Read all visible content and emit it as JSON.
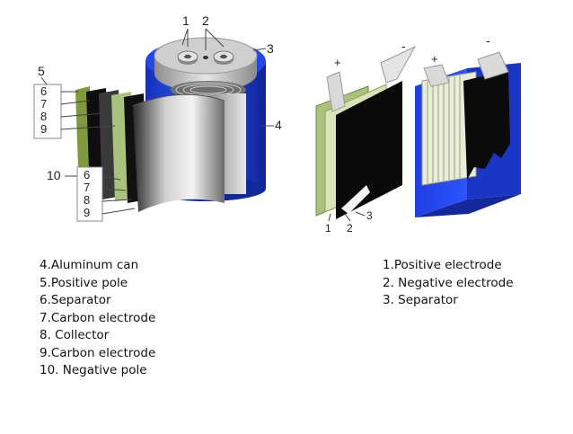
{
  "figure": {
    "capacitor_callouts": {
      "top": [
        "1",
        "2"
      ],
      "cap": "3",
      "can": "4",
      "stack_upper": [
        "5",
        "6",
        "7",
        "8",
        "9"
      ],
      "stack_lower": [
        "10",
        "6",
        "7",
        "8",
        "9"
      ]
    },
    "cell_callouts": {
      "plus_left": "+",
      "minus_left": "-",
      "plus_right": "+",
      "minus_right": "-",
      "bottom": [
        "1",
        "2",
        "3"
      ]
    }
  },
  "legend_left": [
    "4.Aluminum can",
    "5.Positive pole",
    "6.Separator",
    "7.Carbon electrode",
    "8. Collector",
    "9.Carbon electrode",
    "10. Negative pole"
  ],
  "legend_right": [
    "1.Positive electrode",
    "2. Negative electrode",
    "3. Separator"
  ],
  "colors": {
    "can_blue": "#1c3fd8",
    "cap_gray": "#bcbcbc",
    "electrode_black": "#0a0a0a",
    "separator_green": "#a9c27c"
  }
}
